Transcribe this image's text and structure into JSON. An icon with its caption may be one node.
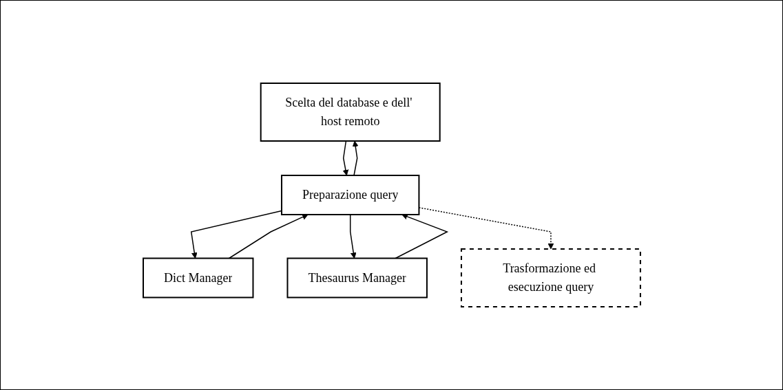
{
  "diagram": {
    "nodes": [
      {
        "text": [
          "Scelta del database e dell' host remoto"
        ]
      },
      {
        "text": [
          "Dict Manager"
        ]
      },
      {
        "text": [
          "Preparazione query"
        ]
      },
      {
        "text": [
          "Thesaurus Manager"
        ]
      },
      {
        "text": [
          "Trasformazione ed esecuzione query"
        ]
      }
    ],
    "edges": [
      {
        "from": 2,
        "to": 0,
        "arrow": "to"
      },
      {
        "from": 0,
        "to": 2,
        "arrow": "to"
      },
      {
        "from": 1,
        "to": 2,
        "arrow": "to"
      },
      {
        "from": 2,
        "to": 1,
        "arrow": "to"
      },
      {
        "from": 2,
        "to": 3,
        "arrow": "to"
      },
      {
        "from": 3,
        "to": 2,
        "arrow": "to"
      },
      {
        "from": 2,
        "to": 4,
        "arrow": "to",
        "style": "dashed"
      }
    ]
  }
}
